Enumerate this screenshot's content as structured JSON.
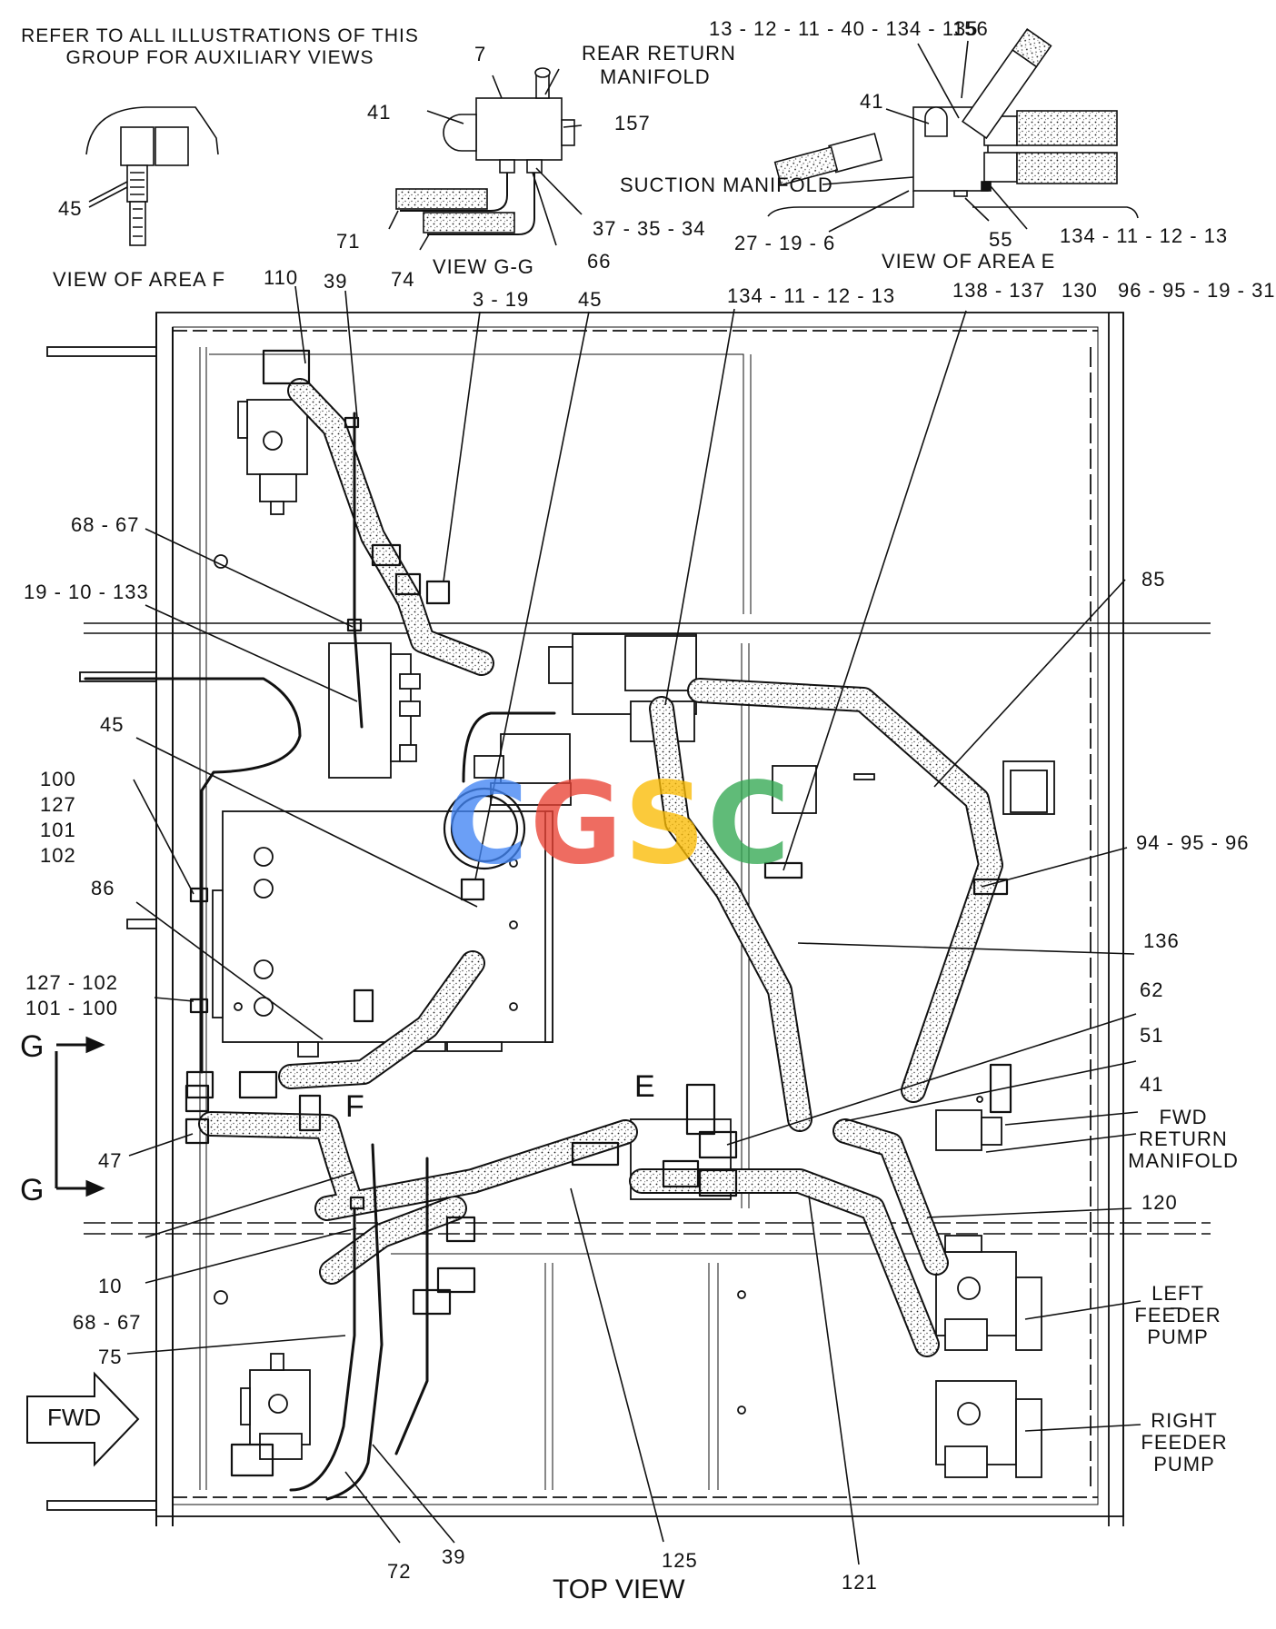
{
  "header_note": [
    "REFER TO ALL ILLUSTRATIONS OF THIS",
    "GROUP FOR AUXILIARY VIEWS"
  ],
  "views": {
    "area_f": "VIEW OF AREA F",
    "g_g": "VIEW G-G",
    "area_e": "VIEW OF AREA E",
    "top": "TOP VIEW"
  },
  "components": {
    "rear_return_manifold": [
      "REAR RETURN",
      "MANIFOLD"
    ],
    "suction_manifold": "SUCTION MANIFOLD",
    "fwd_return_manifold": [
      "FWD",
      "RETURN",
      "MANIFOLD"
    ],
    "left_feeder_pump": [
      "LEFT",
      "FEEDER",
      "PUMP"
    ],
    "right_feeder_pump": [
      "RIGHT",
      "FEEDER",
      "PUMP"
    ]
  },
  "markers": {
    "g": "G",
    "e": "E",
    "f": "F",
    "fwd": "FWD"
  },
  "callouts": {
    "c45_f": "45",
    "c41_g": "41",
    "c7": "7",
    "c157": "157",
    "c71": "71",
    "c74": "74",
    "c66": "66",
    "c37_35_34": "37 - 35 - 34",
    "c13_156": "13 - 12 - 11 - 40 - 134 - 135",
    "c156": "156",
    "c41_e": "41",
    "c27_19_6": "27 - 19 - 6",
    "c55": "55",
    "c134_e": "134 - 11 - 12 - 13",
    "c110": "110",
    "c39_top": "39",
    "c3_19": "3 - 19",
    "c45_top": "45",
    "c134_main": "134 - 11 - 12 - 13",
    "c138": "138 - 137",
    "c130": "130",
    "c96": "96 - 95 - 19 - 31",
    "c68_67_top": "68 - 67",
    "c19_10_133": "19 - 10 - 133",
    "c85": "85",
    "c45_mid": "45",
    "c100_stack": [
      "100",
      "127",
      "101",
      "102"
    ],
    "c94_95_96": "94 - 95 - 96",
    "c86": "86",
    "c136": "136",
    "c127_102": "127 - 102",
    "c101_100": "101 - 100",
    "c62": "62",
    "c51": "51",
    "c41_fwd": "41",
    "c47": "47",
    "c10": "10",
    "c120": "120",
    "c68_67_bot": "68 - 67",
    "c75": "75",
    "c72": "72",
    "c39_bot": "39",
    "c125": "125",
    "c121": "121"
  },
  "watermark": {
    "letters": [
      "C",
      "G",
      "S",
      "C"
    ],
    "colors": [
      "#4285f4",
      "#ea4335",
      "#fbbc05",
      "#34a853"
    ]
  }
}
